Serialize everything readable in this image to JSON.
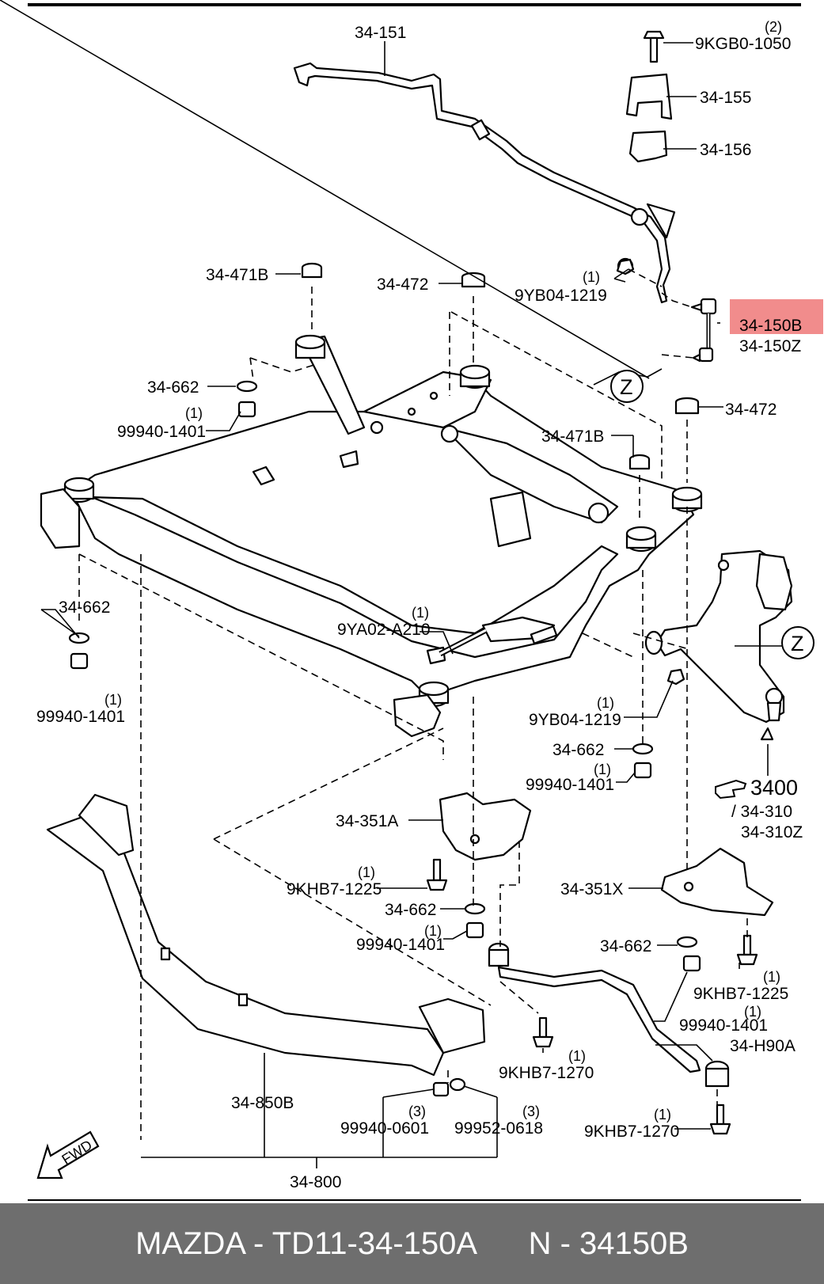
{
  "labels": {
    "l34_151": "34-151",
    "l9kgb0_qty": "(2)",
    "l9kgb0": "9KGB0-1050",
    "l34_155": "34-155",
    "l34_156": "34-156",
    "l34_471b_a": "34-471B",
    "l34_472_a": "34-472",
    "l9yb04_a_qty": "(1)",
    "l9yb04_a": "9YB04-1219",
    "l34_150b": "34-150B",
    "l34_150z": "34-150Z",
    "lz_a": "Z",
    "l34_662_a": "34-662",
    "l99940_a_qty": "(1)",
    "l99940_a": "99940-1401",
    "l34_472_b": "34-472",
    "l34_471b_b": "34-471B",
    "l34_662_b": "34-662",
    "l99940_b_qty": "(1)",
    "l99940_b": "99940-1401",
    "l9ya02_qty": "(1)",
    "l9ya02": "9YA02-A210",
    "lz_b": "Z",
    "l9yb04_b_qty": "(1)",
    "l9yb04_b": "9YB04-1219",
    "l34_662_c": "34-662",
    "l99940_c_qty": "(1)",
    "l99940_c": "99940-1401",
    "l3400": "3400",
    "l34_310": "/ 34-310",
    "l34_310z": "34-310Z",
    "l34_351a": "34-351A",
    "l9khb7_a_qty": "(1)",
    "l9khb7_a": "9KHB7-1225",
    "l34_662_d": "34-662",
    "l99940_d_qty": "(1)",
    "l99940_d": "99940-1401",
    "l34_351x": "34-351X",
    "l34_662_e": "34-662",
    "l9khb7_b_qty": "(1)",
    "l9khb7_b": "9KHB7-1225",
    "l99940_e_qty": "(1)",
    "l99940_e": "99940-1401",
    "l34_h90a": "34-H90A",
    "l9khb7_1270a_qty": "(1)",
    "l9khb7_1270a": "9KHB7-1270",
    "l34_850b": "34-850B",
    "l99940_0601_qty": "(3)",
    "l99940_0601": "99940-0601",
    "l99952_qty": "(3)",
    "l99952": "99952-0618",
    "l9khb7_1270b_qty": "(1)",
    "l9khb7_1270b": "9KHB7-1270",
    "l34_800": "34-800",
    "fwd": "FWD"
  },
  "highlight": {
    "color": "#f08080",
    "part": "34-150B"
  },
  "footer": {
    "text": "MAZDA - TD11-34-150A      N - 34150B",
    "background": "#6e6e6e",
    "color": "#ffffff"
  }
}
